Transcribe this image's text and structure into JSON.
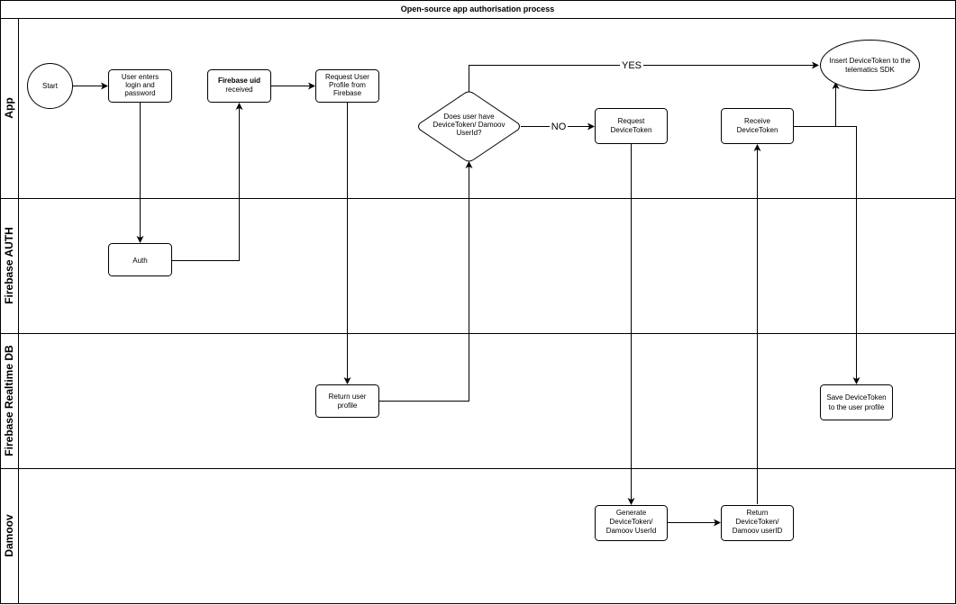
{
  "diagram": {
    "title": "Open-source app authorisation process",
    "lanes": [
      "App",
      "Firebase AUTH",
      "Firebase Realtime DB",
      "Damoov"
    ],
    "nodes": {
      "start": [
        "Start"
      ],
      "user_login": [
        "User enters",
        "login and",
        "password"
      ],
      "firebase_uid": [
        "Firebase uid",
        "received"
      ],
      "request_profile": [
        "Request User",
        "Profile from",
        "Firebase"
      ],
      "decision": [
        "Does user have",
        "DeviceToken/ Damoov",
        "UserId?"
      ],
      "request_token": [
        "Request",
        "DeviceToken"
      ],
      "receive_token": [
        "Receive",
        "DeviceToken"
      ],
      "insert_token": [
        "Insert DeviceToken to the",
        "telematics SDK"
      ],
      "auth": [
        "Auth"
      ],
      "return_profile": [
        "Return user",
        "profile"
      ],
      "save_token": [
        "Save DeviceToken",
        "to the user profile"
      ],
      "generate_token": [
        "Generate",
        "DeviceToken/",
        "Damoov UserId"
      ],
      "return_token": [
        "Return",
        "DeviceToken/",
        "Damoov userID"
      ]
    },
    "edge_labels": {
      "yes": "YES",
      "no": "NO"
    }
  }
}
